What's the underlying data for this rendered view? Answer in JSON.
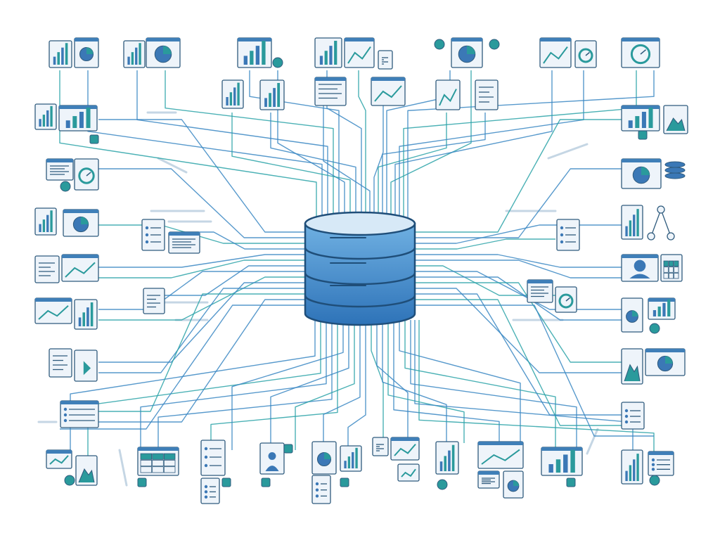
{
  "colors": {
    "background": "#ffffff",
    "line_blue": "#3a87c3",
    "line_teal": "#2ba3a8",
    "icon_outline": "#2f5b7d",
    "icon_fill": "#eef4fa",
    "icon_header": "#3f7fb8",
    "accent_teal": "#2a9a9c",
    "accent_blue": "#3b78b6",
    "db_top": "#d7e9f7",
    "db_body_top": "#6fb0e2",
    "db_body_bottom": "#2e73b8",
    "db_outline": "#1f4e79",
    "decor_dash": "#c5d6e4"
  },
  "hub": {
    "icon": "database-icon"
  },
  "node_icon_types": [
    "bar-chart",
    "pie-chart",
    "line-chart",
    "document",
    "table",
    "gauge",
    "database",
    "user-profile",
    "image",
    "network",
    "video",
    "list"
  ]
}
